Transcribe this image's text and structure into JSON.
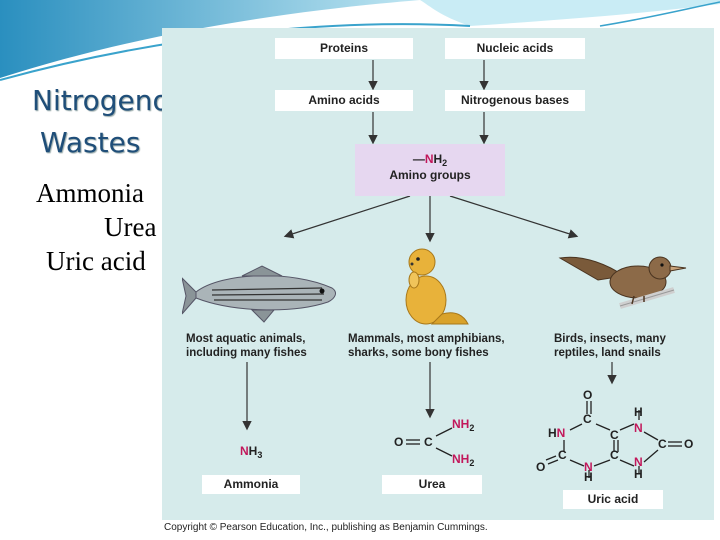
{
  "title": {
    "line1": "Nitrogenous",
    "line2": "Wastes"
  },
  "bullets": [
    "Ammonia",
    "Urea",
    "Uric acid"
  ],
  "figure": {
    "boxes": {
      "proteins": "Proteins",
      "nucleic_acids": "Nucleic acids",
      "amino_acids": "Amino acids",
      "nitrogenous_bases": "Nitrogenous bases",
      "amino_groups": "Amino groups"
    },
    "amino_group_formula": {
      "dash": "—",
      "n": "N",
      "h": "H",
      "sub": "2"
    },
    "captions": {
      "aquatic": [
        "Most aquatic animals,",
        "including many fishes"
      ],
      "mammals": [
        "Mammals, most amphibians,",
        "sharks, some bony fishes"
      ],
      "birds": [
        "Birds, insects, many",
        "reptiles, land snails"
      ]
    },
    "ammonia_formula": {
      "n": "N",
      "h": "H",
      "sub": "3"
    },
    "urea_formula": {
      "o": "O",
      "eq": "=",
      "c": "C",
      "nh": "NH",
      "sub": "2"
    },
    "uric_acid_atoms": {
      "o": "O",
      "c": "C",
      "n": "N",
      "h": "H",
      "hn": "HN"
    },
    "labels": {
      "ammonia": "Ammonia",
      "urea": "Urea",
      "uric_acid": "Uric acid"
    },
    "copyright": "Copyright © Pearson Education, Inc., publishing as Benjamin Cummings."
  }
}
